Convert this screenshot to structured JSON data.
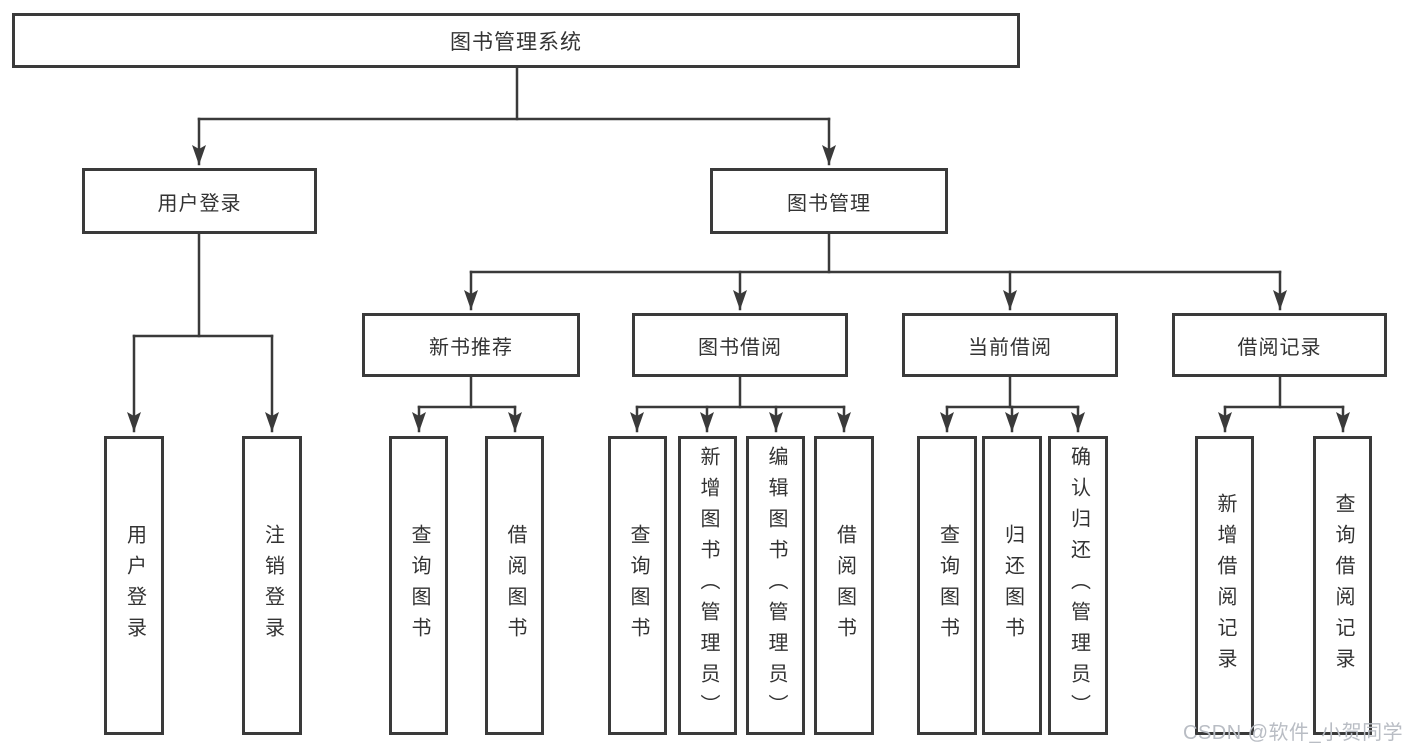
{
  "tree": {
    "root": {
      "label": "图书管理系统"
    },
    "branches": [
      {
        "label": "用户登录",
        "children": [
          "用户登录",
          "注销登录"
        ]
      },
      {
        "label": "图书管理",
        "groups": [
          {
            "label": "新书推荐",
            "children": [
              "查询图书",
              "借阅图书"
            ]
          },
          {
            "label": "图书借阅",
            "children": [
              "查询图书",
              "新增图书（管理员）",
              "编辑图书（管理员）",
              "借阅图书"
            ]
          },
          {
            "label": "当前借阅",
            "children": [
              "查询图书",
              "归还图书",
              "确认归还（管理员）"
            ]
          },
          {
            "label": "借阅记录",
            "children": [
              "新增借阅记录",
              "查询借阅记录"
            ]
          }
        ]
      }
    ]
  },
  "watermark": {
    "text": "CSDN @软件_小贺同学"
  },
  "colors": {
    "line": "#3a3a3a",
    "border": "#3a3a3a",
    "text": "#333333",
    "watermark": "#b9bdc4",
    "background": "#ffffff"
  }
}
